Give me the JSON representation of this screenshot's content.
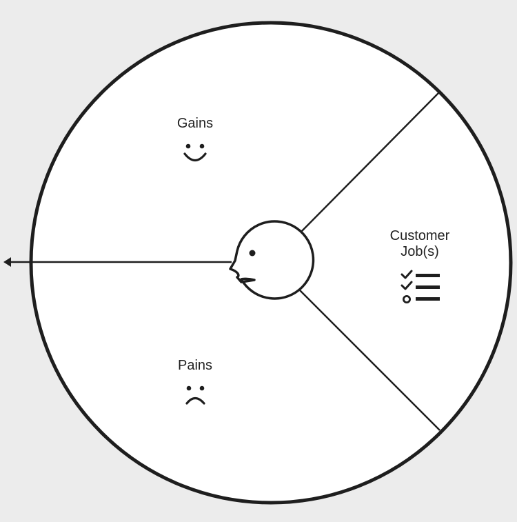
{
  "diagram": {
    "segments": {
      "gains": {
        "label": "Gains",
        "icon": "smiley-face-icon"
      },
      "pains": {
        "label": "Pains",
        "icon": "sad-face-icon"
      },
      "customer_jobs": {
        "label_line1": "Customer",
        "label_line2": "Job(s)",
        "icon": "checklist-icon"
      }
    },
    "center_icon": "customer-profile-head-icon",
    "arrow_icon": "left-arrow-icon"
  },
  "colors": {
    "background": "#ececec",
    "circle_fill": "#ffffff",
    "stroke": "#1e1e1e",
    "text": "#222222"
  }
}
